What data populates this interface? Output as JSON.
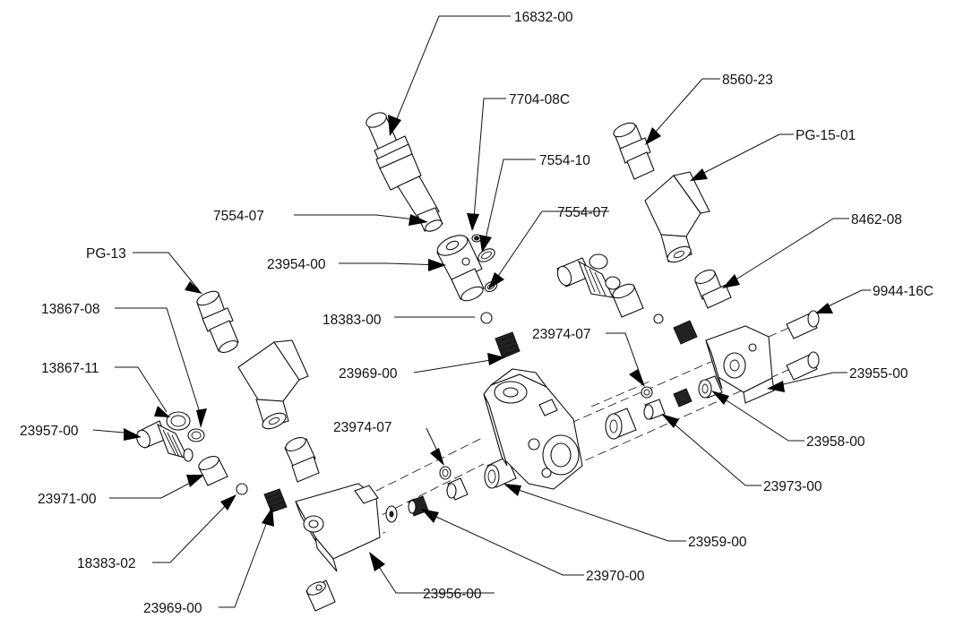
{
  "labels": {
    "p16832_00": "16832-00",
    "p7704_08c": "7704-08C",
    "p7554_10": "7554-10",
    "p7554_07_left": "7554-07",
    "p7554_07_right": "7554-07",
    "p23954_00": "23954-00",
    "p18383_00": "18383-00",
    "p23969_00_top": "23969-00",
    "pg_13": "PG-13",
    "p13867_08": "13867-08",
    "p13867_11": "13867-11",
    "p23957_00": "23957-00",
    "p23971_00": "23971-00",
    "p18383_02": "18383-02",
    "p23969_00_bottom": "23969-00",
    "p23956_00": "23956-00",
    "p23970_00": "23970-00",
    "p23959_00": "23959-00",
    "p23974_07_left": "23974-07",
    "p23974_07_right": "23974-07",
    "p23973_00": "23973-00",
    "p23958_00": "23958-00",
    "p23955_00": "23955-00",
    "p9944_16c": "9944-16C",
    "p8462_08": "8462-08",
    "pg_15_01": "PG-15-01",
    "p8560_23": "8560-23"
  }
}
